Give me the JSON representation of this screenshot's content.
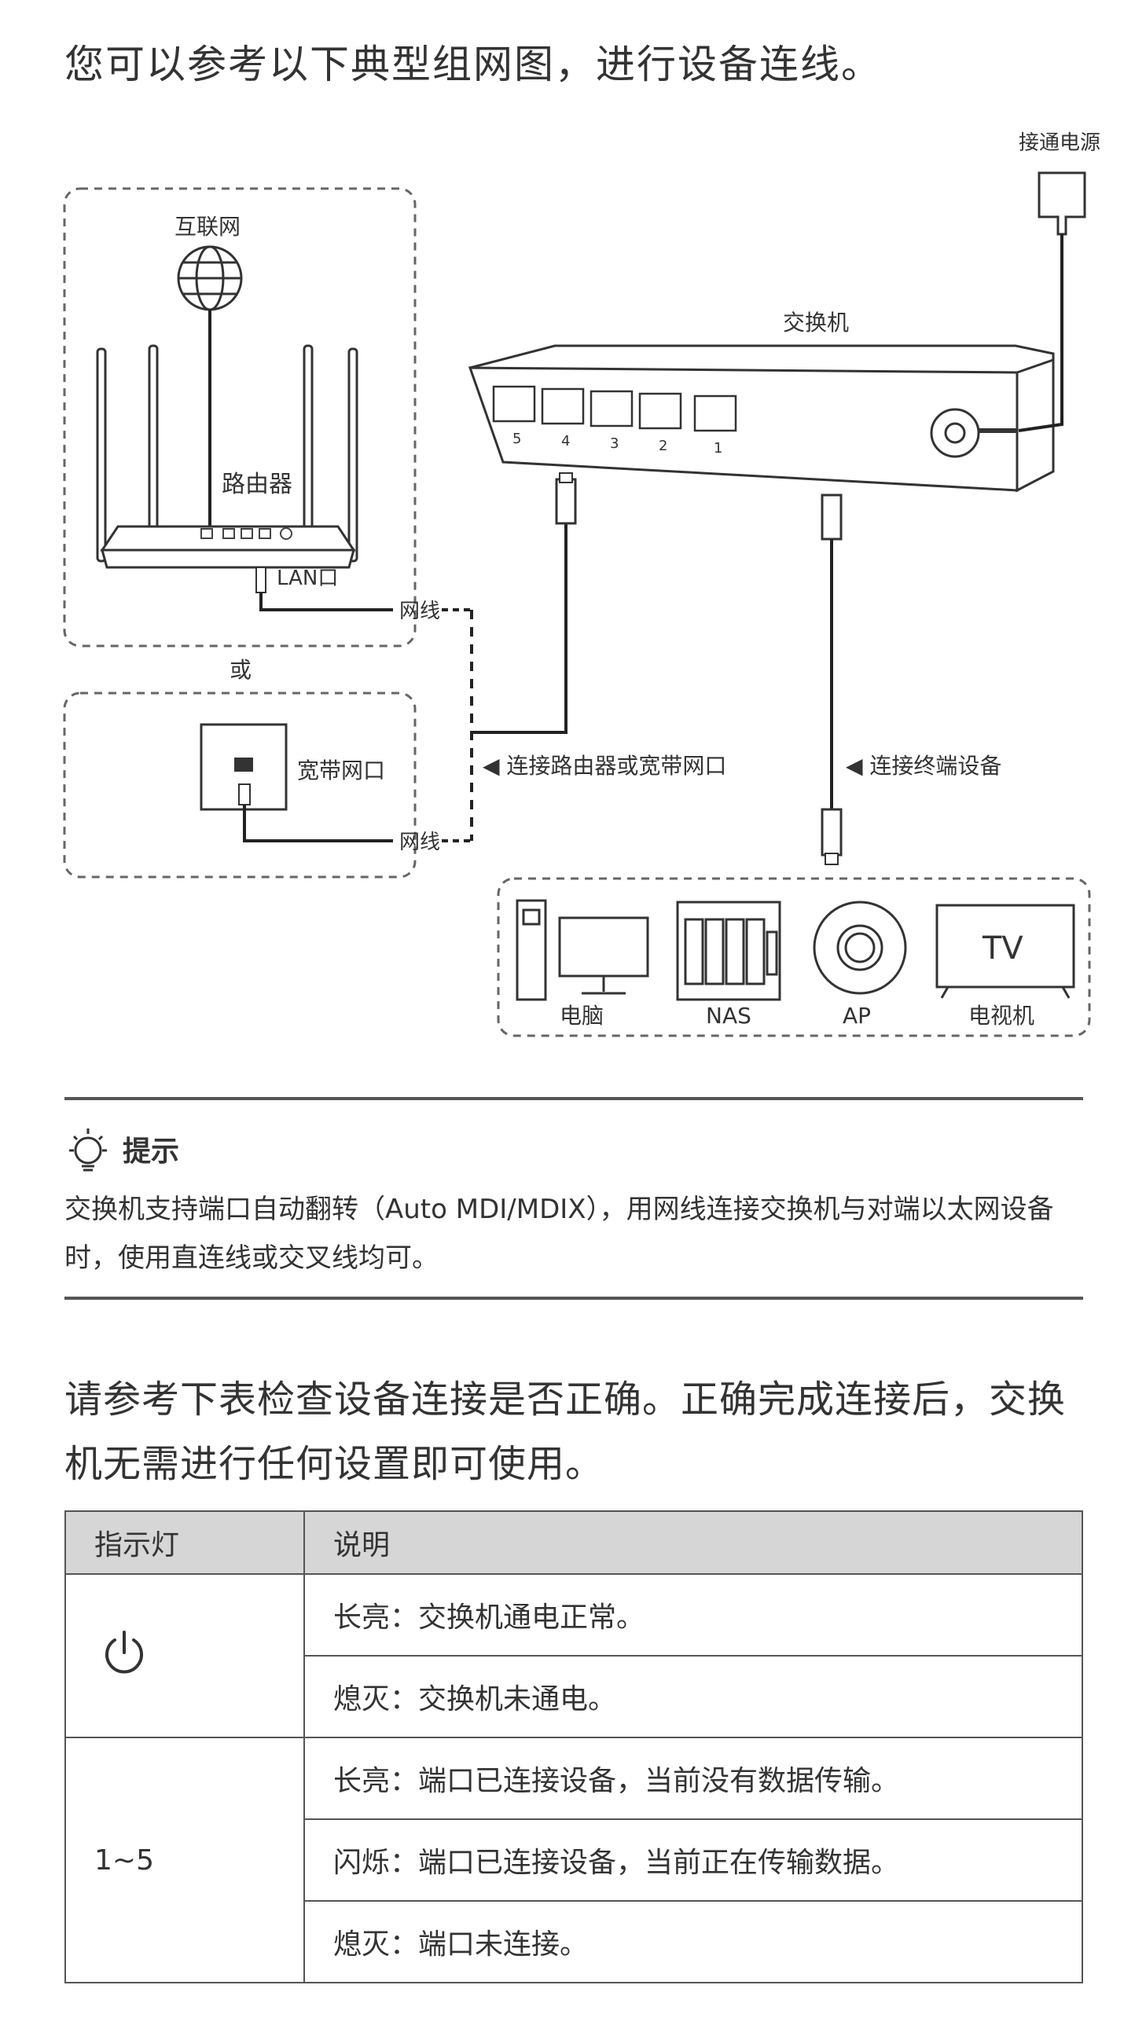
{
  "intro": "您可以参考以下典型组网图，进行设备连线。",
  "diagram": {
    "power_label": "接通电源",
    "switch_label": "交换机",
    "internet_label": "互联网",
    "router_label": "路由器",
    "lan_label": "LAN口",
    "cable_label_1": "网线",
    "or_label": "或",
    "wall_label": "宽带网口",
    "cable_label_2": "网线",
    "conn_router": "◀ 连接路由器或宽带网口",
    "conn_terminal": "◀ 连接终端设备",
    "ports": [
      "5",
      "4",
      "3",
      "2",
      "1"
    ],
    "devices": [
      "电脑",
      "NAS",
      "AP",
      "电视机"
    ],
    "tv_text": "TV"
  },
  "tip": {
    "title": "提示",
    "body": "交换机支持端口自动翻转（Auto MDI/MDIX），用网线连接交换机与对端以太网设备时，使用直连线或交叉线均可。"
  },
  "para2": "请参考下表检查设备连接是否正确。正确完成连接后，交换机无需进行任何设置即可使用。",
  "table": {
    "headers": [
      "指示灯",
      "说明"
    ],
    "power_rows": [
      "长亮：交换机通电正常。",
      "熄灭：交换机未通电。"
    ],
    "port_indicator": "1~5",
    "port_rows": [
      "长亮：端口已连接设备，当前没有数据传输。",
      "闪烁：端口已连接设备，当前正在传输数据。",
      "熄灭：端口未连接。"
    ]
  }
}
